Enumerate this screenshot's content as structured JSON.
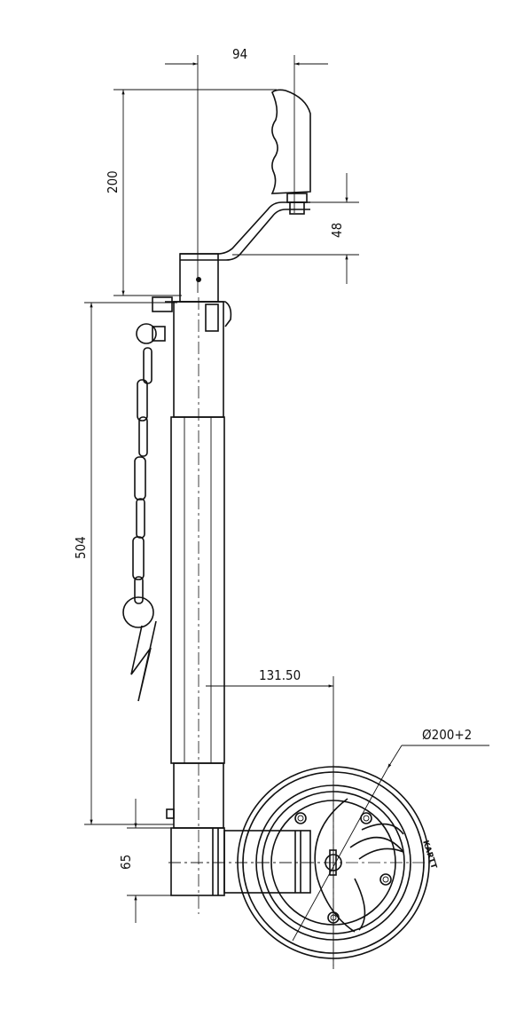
{
  "drawing": {
    "title": "Jockey wheel technical drawing",
    "dimensions": {
      "handle_offset": "94",
      "handle_height": "200",
      "arm_drop": "48",
      "tube_length": "504",
      "wheel_offset": "131.50",
      "wheel_diameter": "Ø200+2",
      "clamp_height": "65"
    },
    "wheel_logo": "KARTT"
  }
}
